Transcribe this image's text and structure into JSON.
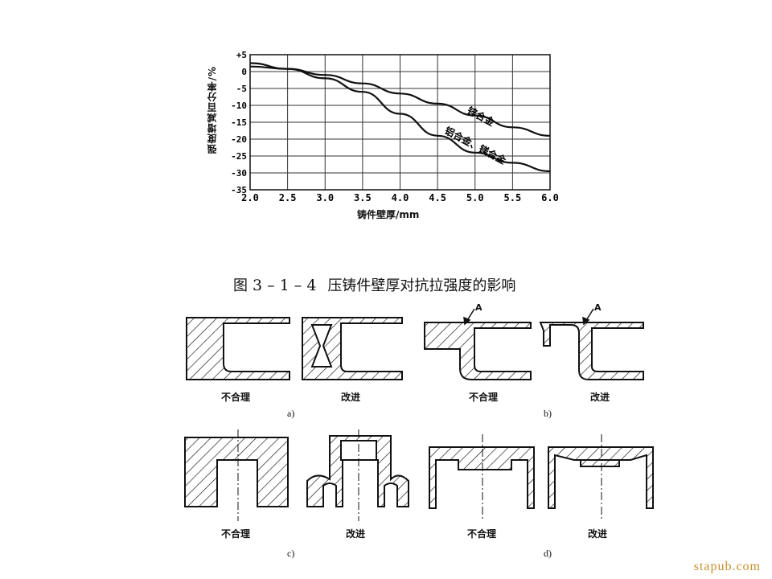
{
  "chart_data": {
    "type": "line",
    "ylabel": "强度增减百分率/%",
    "xlabel": "铸件壁厚/mm",
    "xlim": [
      2.0,
      6.0
    ],
    "ylim": [
      -35,
      5
    ],
    "x_ticks": [
      "2.0",
      "2.5",
      "3.0",
      "3.5",
      "4.0",
      "4.5",
      "5.0",
      "5.5",
      "6.0"
    ],
    "y_ticks": [
      "+5",
      "0",
      "-5",
      "-10",
      "-15",
      "-20",
      "-25",
      "-30",
      "-35"
    ],
    "grid": true,
    "series": [
      {
        "name": "锌合金",
        "x": [
          2.0,
          2.5,
          3.0,
          3.5,
          4.0,
          4.5,
          5.0,
          5.5,
          6.0
        ],
        "values": [
          1.5,
          0.8,
          -1,
          -3.5,
          -6.5,
          -9.5,
          -13,
          -16.5,
          -19
        ]
      },
      {
        "name": "铝合金、镁合金",
        "x": [
          2.0,
          2.5,
          3.0,
          3.5,
          4.0,
          4.5,
          5.0,
          5.5,
          6.0
        ],
        "values": [
          2.5,
          0.8,
          -2,
          -6,
          -12.5,
          -19,
          -24,
          -27,
          -29.5
        ]
      }
    ]
  },
  "caption": {
    "prefix": "图",
    "number": "3 – 1 – 4",
    "title": "压铸件壁厚对抗拉强度的影响"
  },
  "figures": {
    "bad": "不合理",
    "good": "改进",
    "marker_a": "A",
    "sub_a": "a)",
    "sub_b": "b)",
    "sub_c": "c)",
    "sub_d": "d)"
  },
  "footer": "stapub.com",
  "colors": {
    "ink": "#111111",
    "footer": "#c8902b"
  }
}
